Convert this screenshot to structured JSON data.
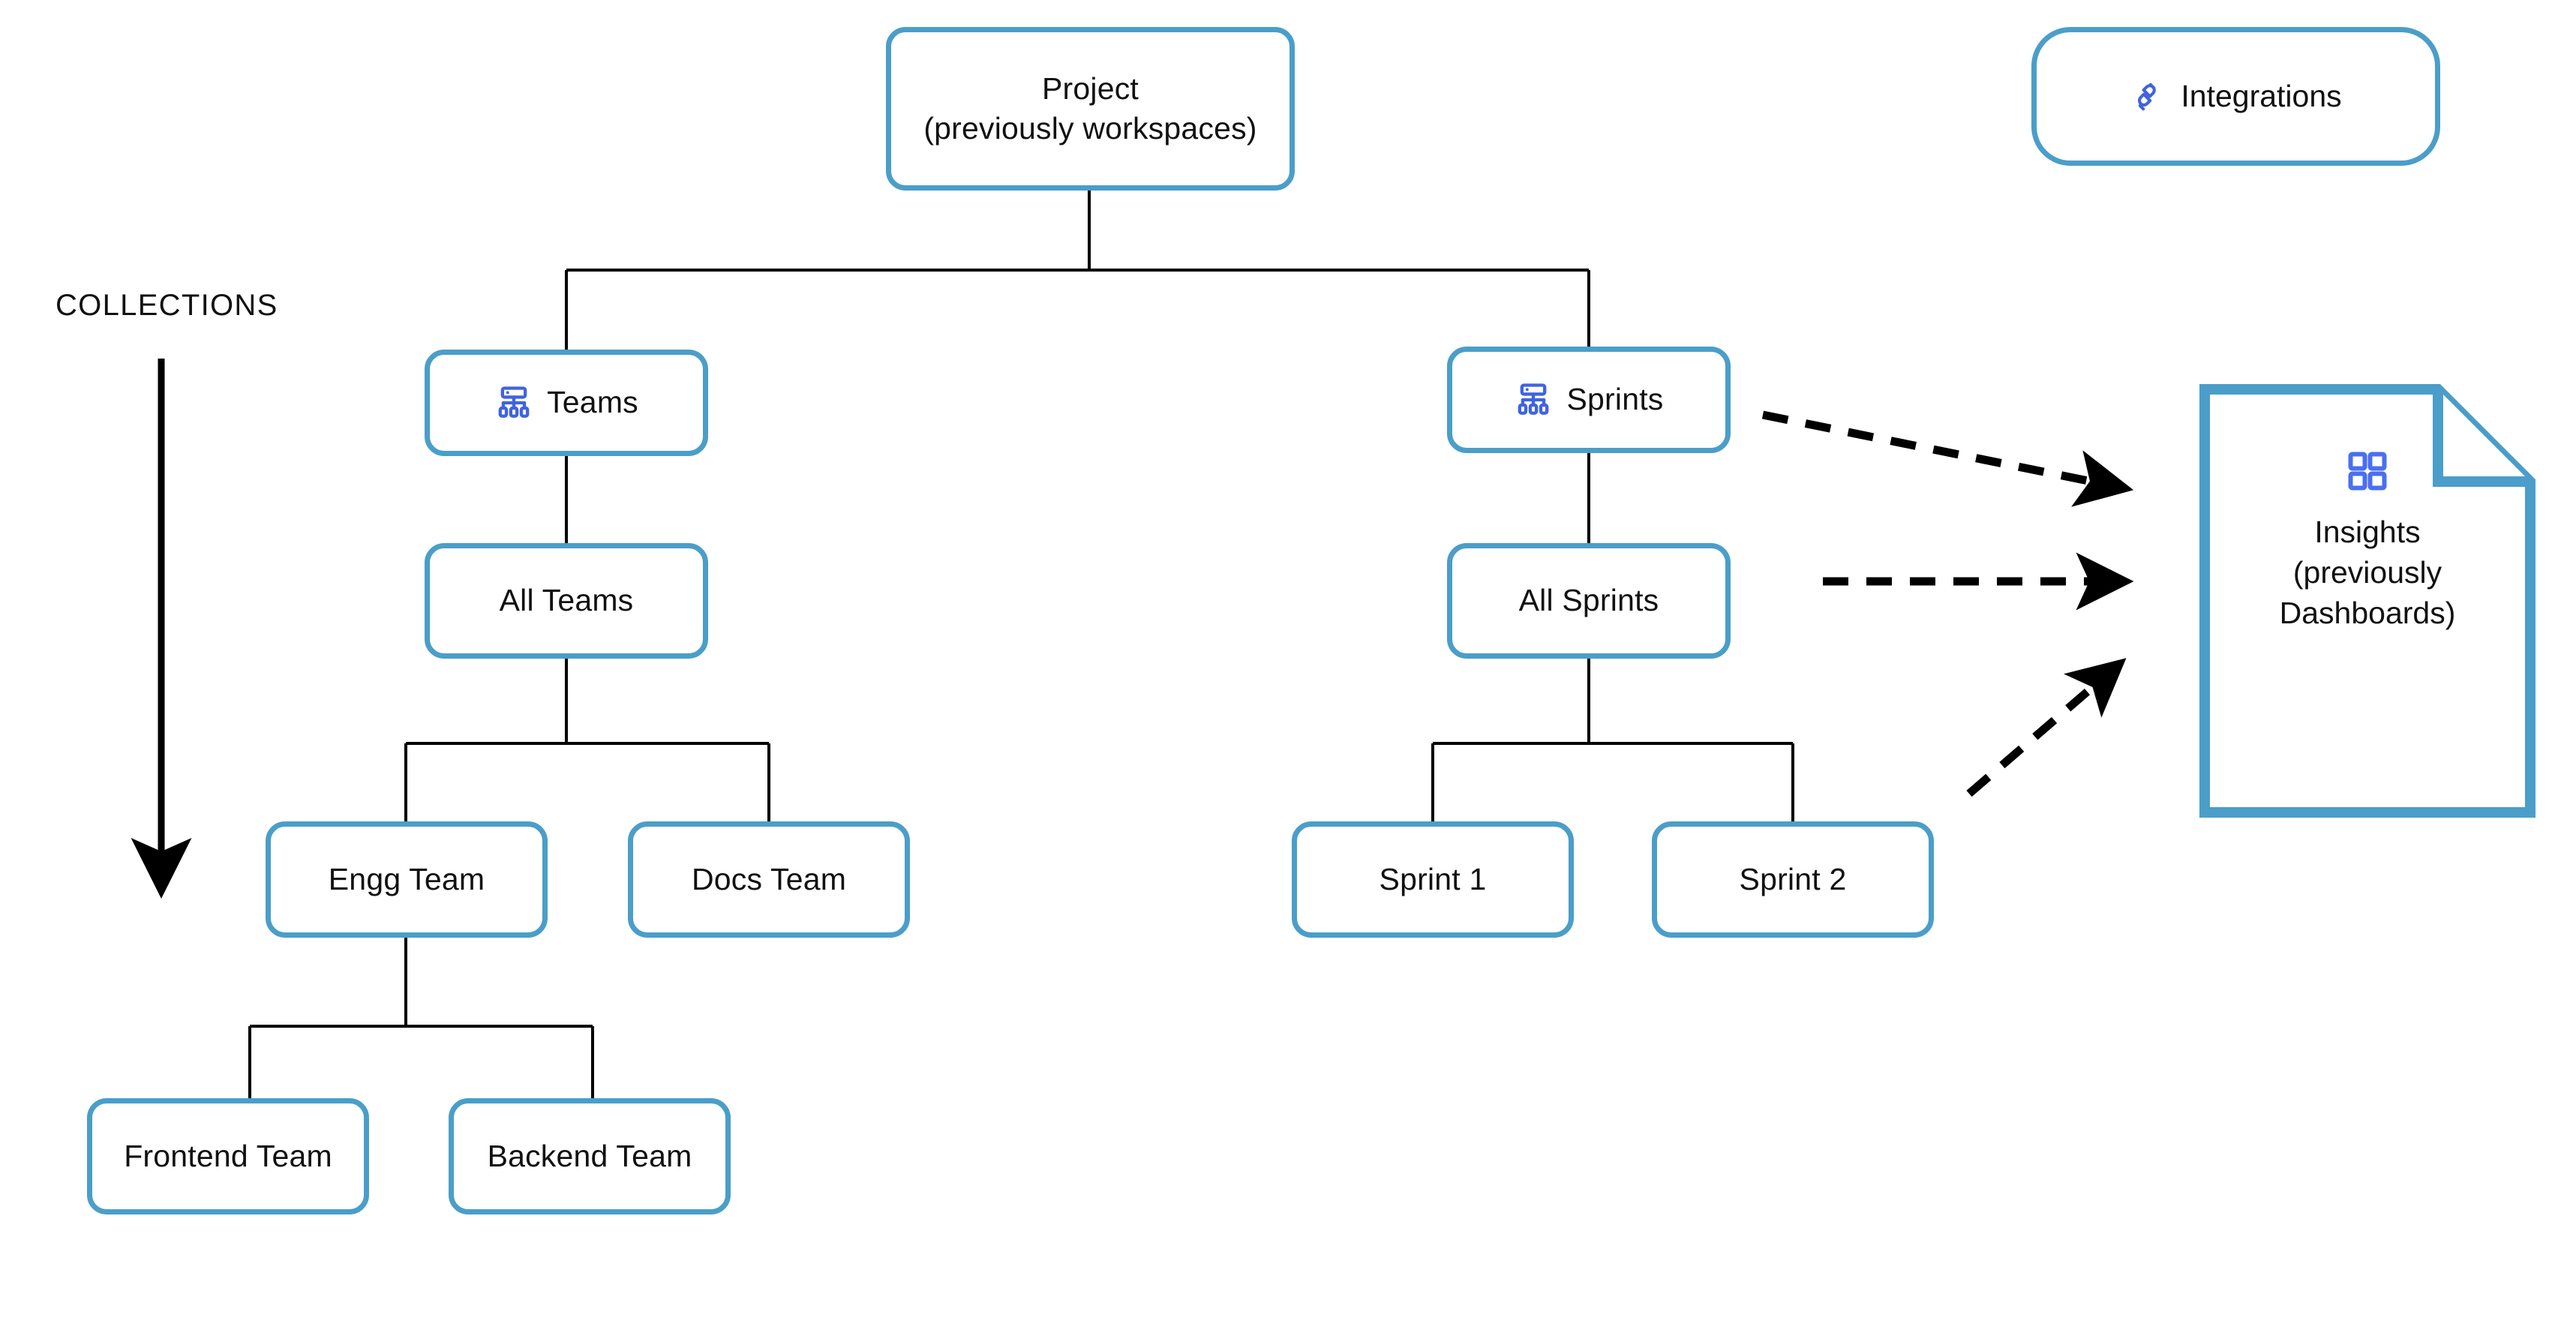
{
  "diagram": {
    "title": "Project hierarchy and collections overview",
    "accent_border_color": "#4a9ec9",
    "icon_color": "#3f63e0",
    "connector_color": "#000000",
    "background_color": "#ffffff",
    "section_label": "COLLECTIONS"
  },
  "nodes": {
    "project": {
      "label": "Project\n(previously workspaces)",
      "icon": "none"
    },
    "integrations": {
      "label": "Integrations",
      "icon": "plug-connector-icon"
    },
    "teams": {
      "label": "Teams",
      "icon": "sitemap-icon"
    },
    "sprints": {
      "label": "Sprints",
      "icon": "sitemap-icon"
    },
    "all_teams": {
      "label": "All Teams",
      "icon": "none"
    },
    "all_sprints": {
      "label": "All Sprints",
      "icon": "none"
    },
    "engg_team": {
      "label": "Engg Team",
      "icon": "none"
    },
    "docs_team": {
      "label": "Docs Team",
      "icon": "none"
    },
    "sprint_1": {
      "label": "Sprint 1",
      "icon": "none"
    },
    "sprint_2": {
      "label": "Sprint 2",
      "icon": "none"
    },
    "frontend_team": {
      "label": "Frontend Team",
      "icon": "none"
    },
    "backend_team": {
      "label": "Backend Team",
      "icon": "none"
    },
    "insights": {
      "label": "Insights\n(previously\nDashboards)",
      "icon": "grid-2x2-icon"
    }
  },
  "edges": [
    {
      "from": "project",
      "to": "teams",
      "style": "solid"
    },
    {
      "from": "project",
      "to": "sprints",
      "style": "solid"
    },
    {
      "from": "teams",
      "to": "all_teams",
      "style": "solid"
    },
    {
      "from": "all_teams",
      "to": "engg_team",
      "style": "solid"
    },
    {
      "from": "all_teams",
      "to": "docs_team",
      "style": "solid"
    },
    {
      "from": "engg_team",
      "to": "frontend_team",
      "style": "solid"
    },
    {
      "from": "engg_team",
      "to": "backend_team",
      "style": "solid"
    },
    {
      "from": "sprints",
      "to": "all_sprints",
      "style": "solid"
    },
    {
      "from": "all_sprints",
      "to": "sprint_1",
      "style": "solid"
    },
    {
      "from": "all_sprints",
      "to": "sprint_2",
      "style": "solid"
    },
    {
      "from": "sprints",
      "to": "insights",
      "style": "dashed-arrow"
    },
    {
      "from": "all_sprints",
      "to": "insights",
      "style": "dashed-arrow"
    },
    {
      "from": "sprint_2",
      "to": "insights",
      "style": "dashed-arrow"
    }
  ],
  "collections_arrow": {
    "label": "COLLECTIONS",
    "direction": "down"
  }
}
